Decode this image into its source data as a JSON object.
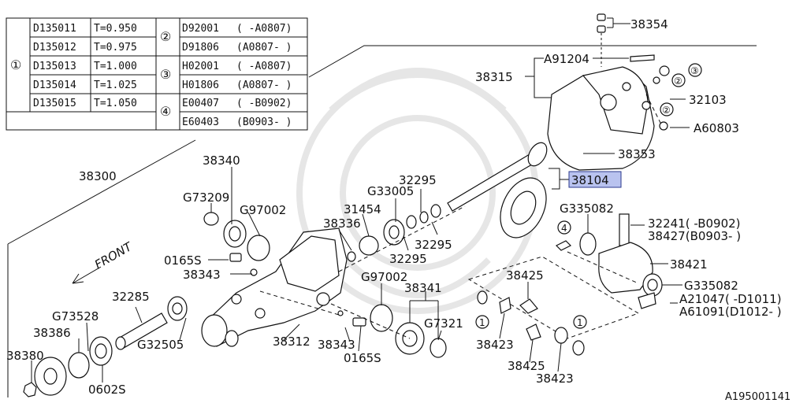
{
  "table": {
    "groups": [
      {
        "marker": "①",
        "rows": [
          {
            "code": "D135011",
            "value": "T=0.950"
          },
          {
            "code": "D135012",
            "value": "T=0.975"
          },
          {
            "code": "D135013",
            "value": "T=1.000"
          },
          {
            "code": "D135014",
            "value": "T=1.025"
          },
          {
            "code": "D135015",
            "value": "T=1.050"
          }
        ]
      },
      {
        "marker": "②",
        "rows": [
          {
            "code": "D92001",
            "value": "( -A0807)"
          },
          {
            "code": "D91806",
            "value": "(A0807- )"
          }
        ]
      },
      {
        "marker": "③",
        "rows": [
          {
            "code": "H02001",
            "value": "( -A0807)"
          },
          {
            "code": "H01806",
            "value": "(A0807- )"
          }
        ]
      },
      {
        "marker": "④",
        "rows": [
          {
            "code": "E00407",
            "value": "( -B0902)"
          },
          {
            "code": "E60403",
            "value": "(B0903- )"
          }
        ]
      }
    ]
  },
  "labels": {
    "l38354": "38354",
    "lA91204": "A91204",
    "l38315": "38315",
    "l32103": "32103",
    "lA60803": "A60803",
    "l38353": "38353",
    "l38104": "38104",
    "l38340": "38340",
    "l38300": "38300",
    "lG73209": "G73209",
    "lG97002a": "G97002",
    "l31454": "31454",
    "l38336": "38336",
    "lG33005": "G33005",
    "l32295a": "32295",
    "l32295b": "32295",
    "l32295c": "32295",
    "lG335082a": "G335082",
    "l32241": "32241( -B0902)",
    "l38427": "38427(B0903- )",
    "l0165Sa": "0165S",
    "l38343a": "38343",
    "l38421": "38421",
    "lG97002b": "G97002",
    "l38341": "38341",
    "l38425a": "38425",
    "lG335082b": "G335082",
    "l32285": "32285",
    "lG73528": "G73528",
    "lA21047": "A21047( -D1011)",
    "lA61091": "A61091(D1012- )",
    "lG7321": "G7321",
    "l38386": "38386",
    "l38312": "38312",
    "l38343b": "38343",
    "lG32505": "G32505",
    "l38423a": "38423",
    "l38380": "38380",
    "l0165Sb": "0165S",
    "l38425b": "38425",
    "l06025": "0602S",
    "l38423b": "38423",
    "front": "FRONT",
    "diagram_id": "A195001141"
  },
  "callouts": {
    "c2a": "②",
    "c3a": "③",
    "c2b": "②",
    "c4": "4",
    "c1a": "1",
    "c1b": "1"
  },
  "colors": {
    "highlight": "#b9c3ef",
    "ink": "#111111"
  }
}
